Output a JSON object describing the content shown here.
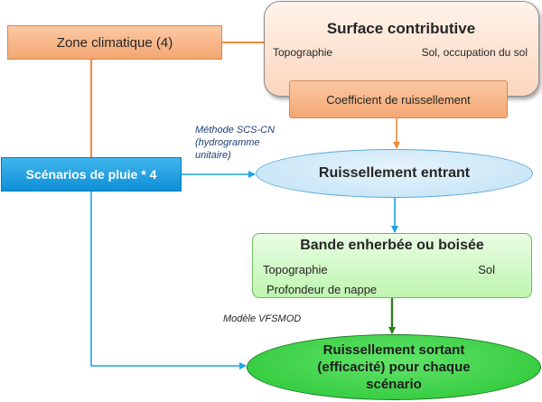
{
  "zone_climatique": {
    "label": "Zone climatique (4)"
  },
  "surface": {
    "title": "Surface contributive",
    "topographie": "Topographie",
    "sol": "Sol, occupation du sol"
  },
  "coefficient": {
    "label": "Coefficient de ruissellement"
  },
  "methode": {
    "line1": "Méthode SCS-CN",
    "line2": "(hydrogramme",
    "line3": "unitaire)"
  },
  "scenarios": {
    "label": "Scénarios de pluie * 4"
  },
  "ruissellement_entrant": {
    "label": "Ruissellement entrant"
  },
  "bande": {
    "title": "Bande enherbée ou boisée",
    "topographie": "Topographie",
    "sol": "Sol",
    "nappe": "Profondeur de nappe"
  },
  "modele": {
    "label": "Modèle VFSMOD"
  },
  "ruissellement_sortant": {
    "line1": "Ruissellement sortant",
    "line2": "(efficacité) pour chaque",
    "line3": "scénario"
  },
  "colors": {
    "orange_connector": "#ef8a3a",
    "blue_connector": "#1aa3e6",
    "green_connector": "#2d7d1e",
    "scenario_fill": "#0f8fd7",
    "bande_fill": "#bff5b0",
    "output_fill": "#27c533"
  }
}
